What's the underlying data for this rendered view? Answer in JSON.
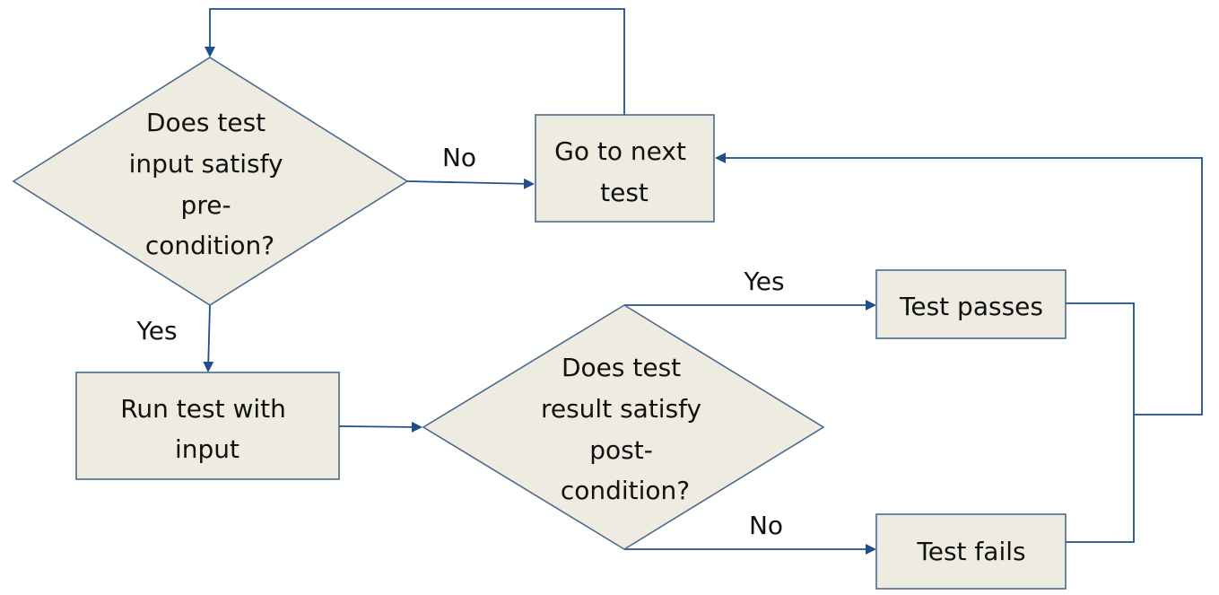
{
  "nodes": {
    "precondition_decision": {
      "lines": [
        "Does test",
        "input satisfy",
        "pre-",
        "condition?"
      ]
    },
    "next_test": {
      "lines": [
        "Go to next",
        "test"
      ]
    },
    "run_test": {
      "lines": [
        "Run test with",
        "input"
      ]
    },
    "postcondition_decision": {
      "lines": [
        "Does test",
        "result satisfy",
        "post-",
        "condition?"
      ]
    },
    "test_passes": {
      "lines": [
        "Test passes"
      ]
    },
    "test_fails": {
      "lines": [
        "Test fails"
      ]
    }
  },
  "edge_labels": {
    "pre_no": "No",
    "pre_yes": "Yes",
    "post_yes": "Yes",
    "post_no": "No"
  },
  "colors": {
    "node_fill": "#eeece1",
    "node_border": "#4a6a8c",
    "edge": "#1f4e8a"
  }
}
